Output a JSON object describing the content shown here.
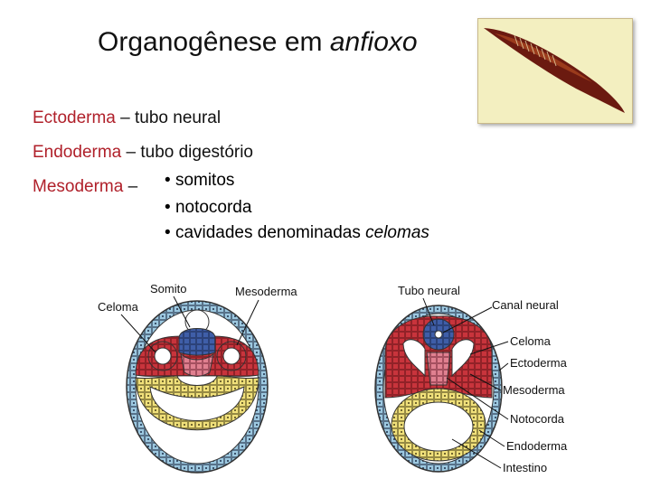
{
  "title": {
    "main": "Organogênese em ",
    "italic": "anfioxo"
  },
  "photo": {
    "icon": "amphioxus-photo"
  },
  "lines": [
    {
      "germ": "Ectoderma",
      "dash": " – ",
      "text": "tubo neural"
    },
    {
      "germ": "Endoderma",
      "dash": " – ",
      "text": "tubo digestório"
    },
    {
      "germ": "Mesoderma",
      "dash": " – ",
      "text": ""
    }
  ],
  "mesoderm_items": [
    {
      "bullet": "•",
      "text": "somitos",
      "italic": ""
    },
    {
      "bullet": "•",
      "text": "notocorda",
      "italic": ""
    },
    {
      "bullet": "•",
      "text": "cavidades denominadas ",
      "italic": "celomas"
    }
  ],
  "diagram_left": {
    "labels": {
      "somito": "Somito",
      "mesoderma": "Mesoderma",
      "celoma": "Celoma"
    }
  },
  "diagram_right": {
    "labels": {
      "tubo_neural": "Tubo neural",
      "canal_neural": "Canal neural",
      "celoma": "Celoma",
      "ectoderma": "Ectoderma",
      "mesoderma": "Mesoderma",
      "notocorda": "Notocorda",
      "endoderma": "Endoderma",
      "intestino": "Intestino"
    }
  },
  "colors": {
    "germ_layer_text": "#b0202a",
    "ectoderm": "#9cc8e0",
    "mesoderm": "#c8343c",
    "endoderm": "#f0e07a",
    "neural": "#3f5ea8"
  }
}
